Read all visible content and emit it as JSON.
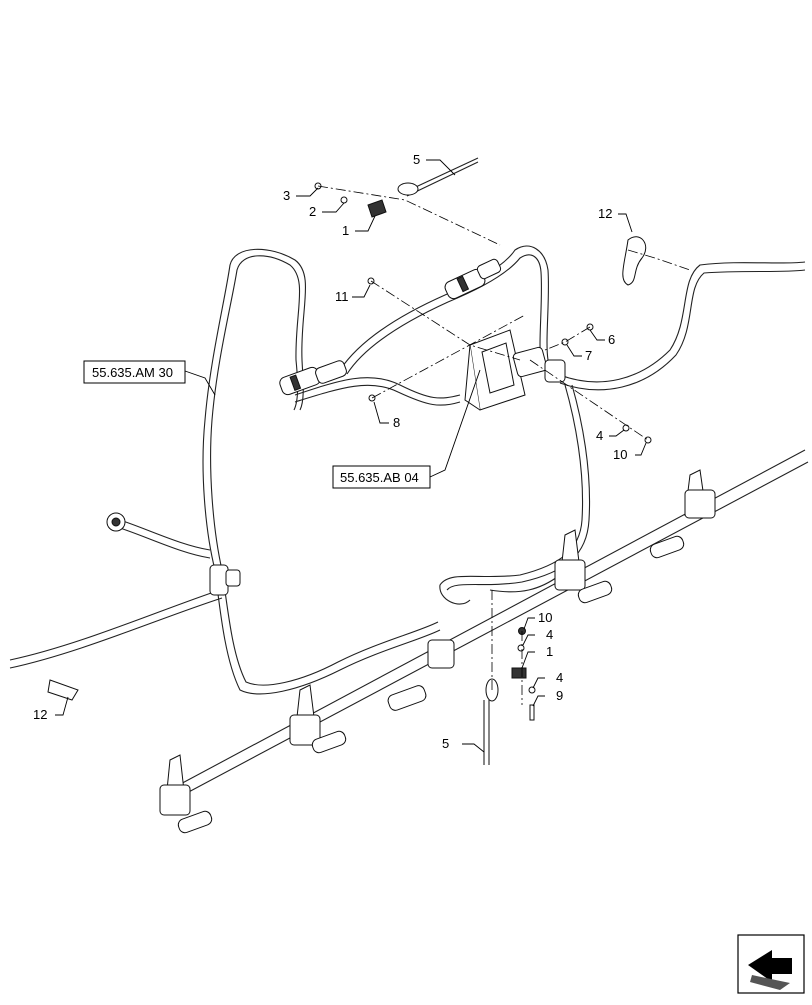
{
  "callouts": [
    {
      "id": "c5a",
      "label": "5"
    },
    {
      "id": "c3",
      "label": "3"
    },
    {
      "id": "c2",
      "label": "2"
    },
    {
      "id": "c1a",
      "label": "1"
    },
    {
      "id": "c12a",
      "label": "12"
    },
    {
      "id": "c11",
      "label": "11"
    },
    {
      "id": "c6",
      "label": "6"
    },
    {
      "id": "c7",
      "label": "7"
    },
    {
      "id": "c8",
      "label": "8"
    },
    {
      "id": "c4a",
      "label": "4"
    },
    {
      "id": "c10a",
      "label": "10"
    },
    {
      "id": "c12b",
      "label": "12"
    },
    {
      "id": "c10b",
      "label": "10"
    },
    {
      "id": "c4b",
      "label": "4"
    },
    {
      "id": "c1b",
      "label": "1"
    },
    {
      "id": "c4c",
      "label": "4"
    },
    {
      "id": "c9",
      "label": "9"
    },
    {
      "id": "c5b",
      "label": "5"
    }
  ],
  "references": {
    "harness_ref": "55.635.AM 30",
    "module_ref": "55.635.AB 04"
  },
  "icons": {
    "orientation": "orientation-arrow-icon"
  }
}
